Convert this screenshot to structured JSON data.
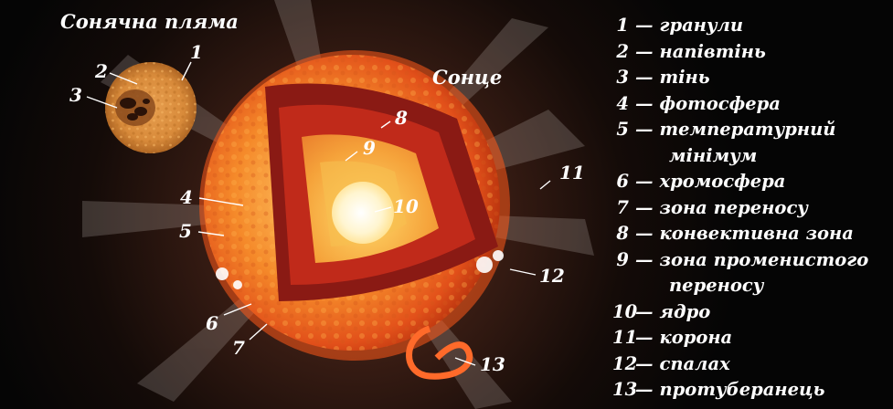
{
  "titles": {
    "sunspot": "Сонячна пляма",
    "sun": "Сонце"
  },
  "diagram_labels": [
    "1",
    "2",
    "3",
    "4",
    "5",
    "6",
    "7",
    "8",
    "9",
    "10",
    "11",
    "12",
    "13"
  ],
  "legend": [
    {
      "num": "1",
      "dash": "—",
      "text": "гранули"
    },
    {
      "num": "2",
      "dash": "—",
      "text": "напівтінь"
    },
    {
      "num": "3",
      "dash": "—",
      "text": "тінь"
    },
    {
      "num": "4",
      "dash": "—",
      "text": "фотосфера"
    },
    {
      "num": "5",
      "dash": "—",
      "text": "температурний",
      "cont": "мінімум"
    },
    {
      "num": "6",
      "dash": "—",
      "text": "хромосфера"
    },
    {
      "num": "7",
      "dash": "—",
      "text": "зона переносу"
    },
    {
      "num": "8",
      "dash": "—",
      "text": "конвективна зона"
    },
    {
      "num": "9",
      "dash": "—",
      "text": "зона променистого",
      "cont": "переносу"
    },
    {
      "num": "10",
      "dash": "—",
      "text": "ядро"
    },
    {
      "num": "11",
      "dash": "—",
      "text": "корона"
    },
    {
      "num": "12",
      "dash": "—",
      "text": "спалах"
    },
    {
      "num": "13",
      "dash": "—",
      "text": "протуберанець"
    }
  ]
}
